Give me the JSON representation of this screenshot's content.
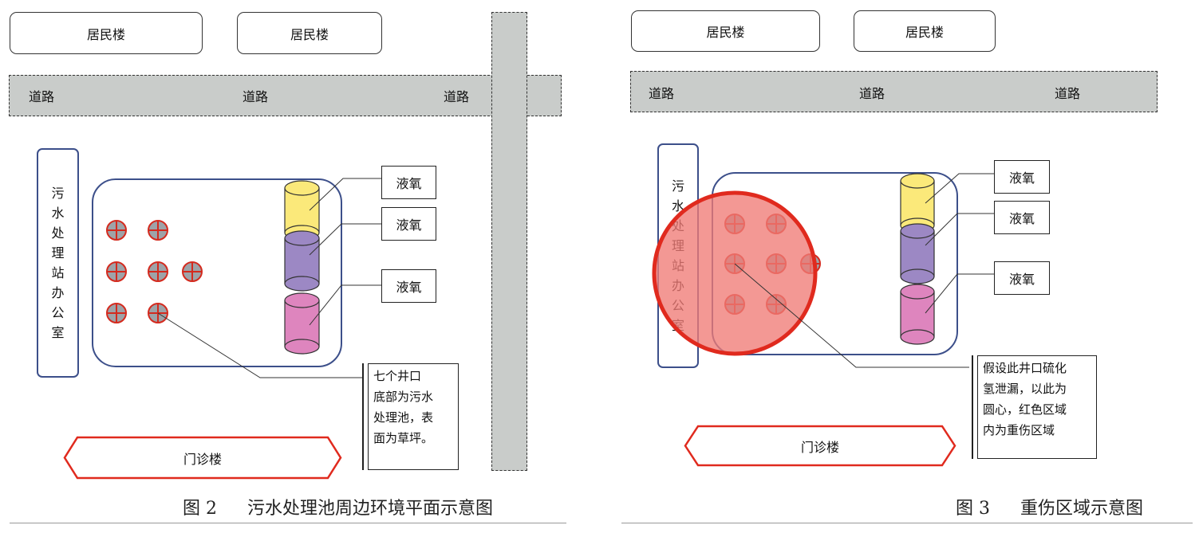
{
  "left": {
    "buildings": [
      "居民楼",
      "居民楼"
    ],
    "roads": [
      "道路",
      "道路",
      "道路"
    ],
    "office_chars": [
      "污",
      "水",
      "处",
      "理",
      "站",
      "办",
      "公",
      "室"
    ],
    "oxygen": [
      "液氧",
      "液氧",
      "液氧"
    ],
    "tank_colors": [
      "#fbe97a",
      "#9c88c4",
      "#de85be"
    ],
    "wells_count": 7,
    "note": "七个井口\n底部为污水\n处理池，表\n面为草坪。",
    "clinic": "门诊楼",
    "caption_fig": "图 2",
    "caption_text": "污水处理池周边环境平面示意图"
  },
  "right": {
    "buildings": [
      "居民楼",
      "居民楼"
    ],
    "roads": [
      "道路",
      "道路",
      "道路"
    ],
    "office_chars": [
      "污",
      "水",
      "处",
      "理",
      "站",
      "办",
      "公",
      "室"
    ],
    "oxygen": [
      "液氧",
      "液氧",
      "液氧"
    ],
    "tank_colors": [
      "#fbe97a",
      "#9c88c4",
      "#de85be"
    ],
    "wells_count": 7,
    "note": "假设此井口硫化\n氢泄漏，以此为\n圆心，红色区域\n内为重伤区域",
    "clinic": "门诊楼",
    "caption_fig": "图 3",
    "caption_text": "重伤区域示意图"
  },
  "colors": {
    "road_fill": "#c9ccca",
    "pool_border": "#3c4f8a",
    "danger_red": "#e02a1e",
    "danger_fill": "#ef7b76"
  },
  "icons": [
    "well-icon",
    "oxygen-tank-icon",
    "danger-zone-circle"
  ]
}
